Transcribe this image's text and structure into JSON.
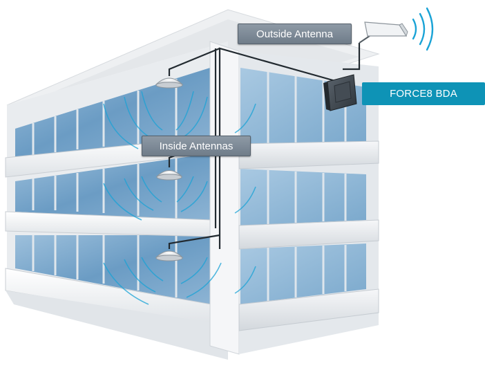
{
  "labels": {
    "outside_antenna": "Outside Antenna",
    "inside_antennas": "Inside Antennas",
    "bda": "FORCE8 BDA"
  },
  "colors": {
    "label_gray": "#7c8894",
    "bda_accent": "#0e93b6",
    "signal_waves": "#1aa3d6",
    "glass": "#6f9ec4",
    "building_white": "#f4f6f8"
  },
  "icons": [
    "outdoor-yagi-antenna-icon",
    "signal-waves-icon",
    "bda-amplifier-icon",
    "ceiling-dome-antenna-icon"
  ]
}
